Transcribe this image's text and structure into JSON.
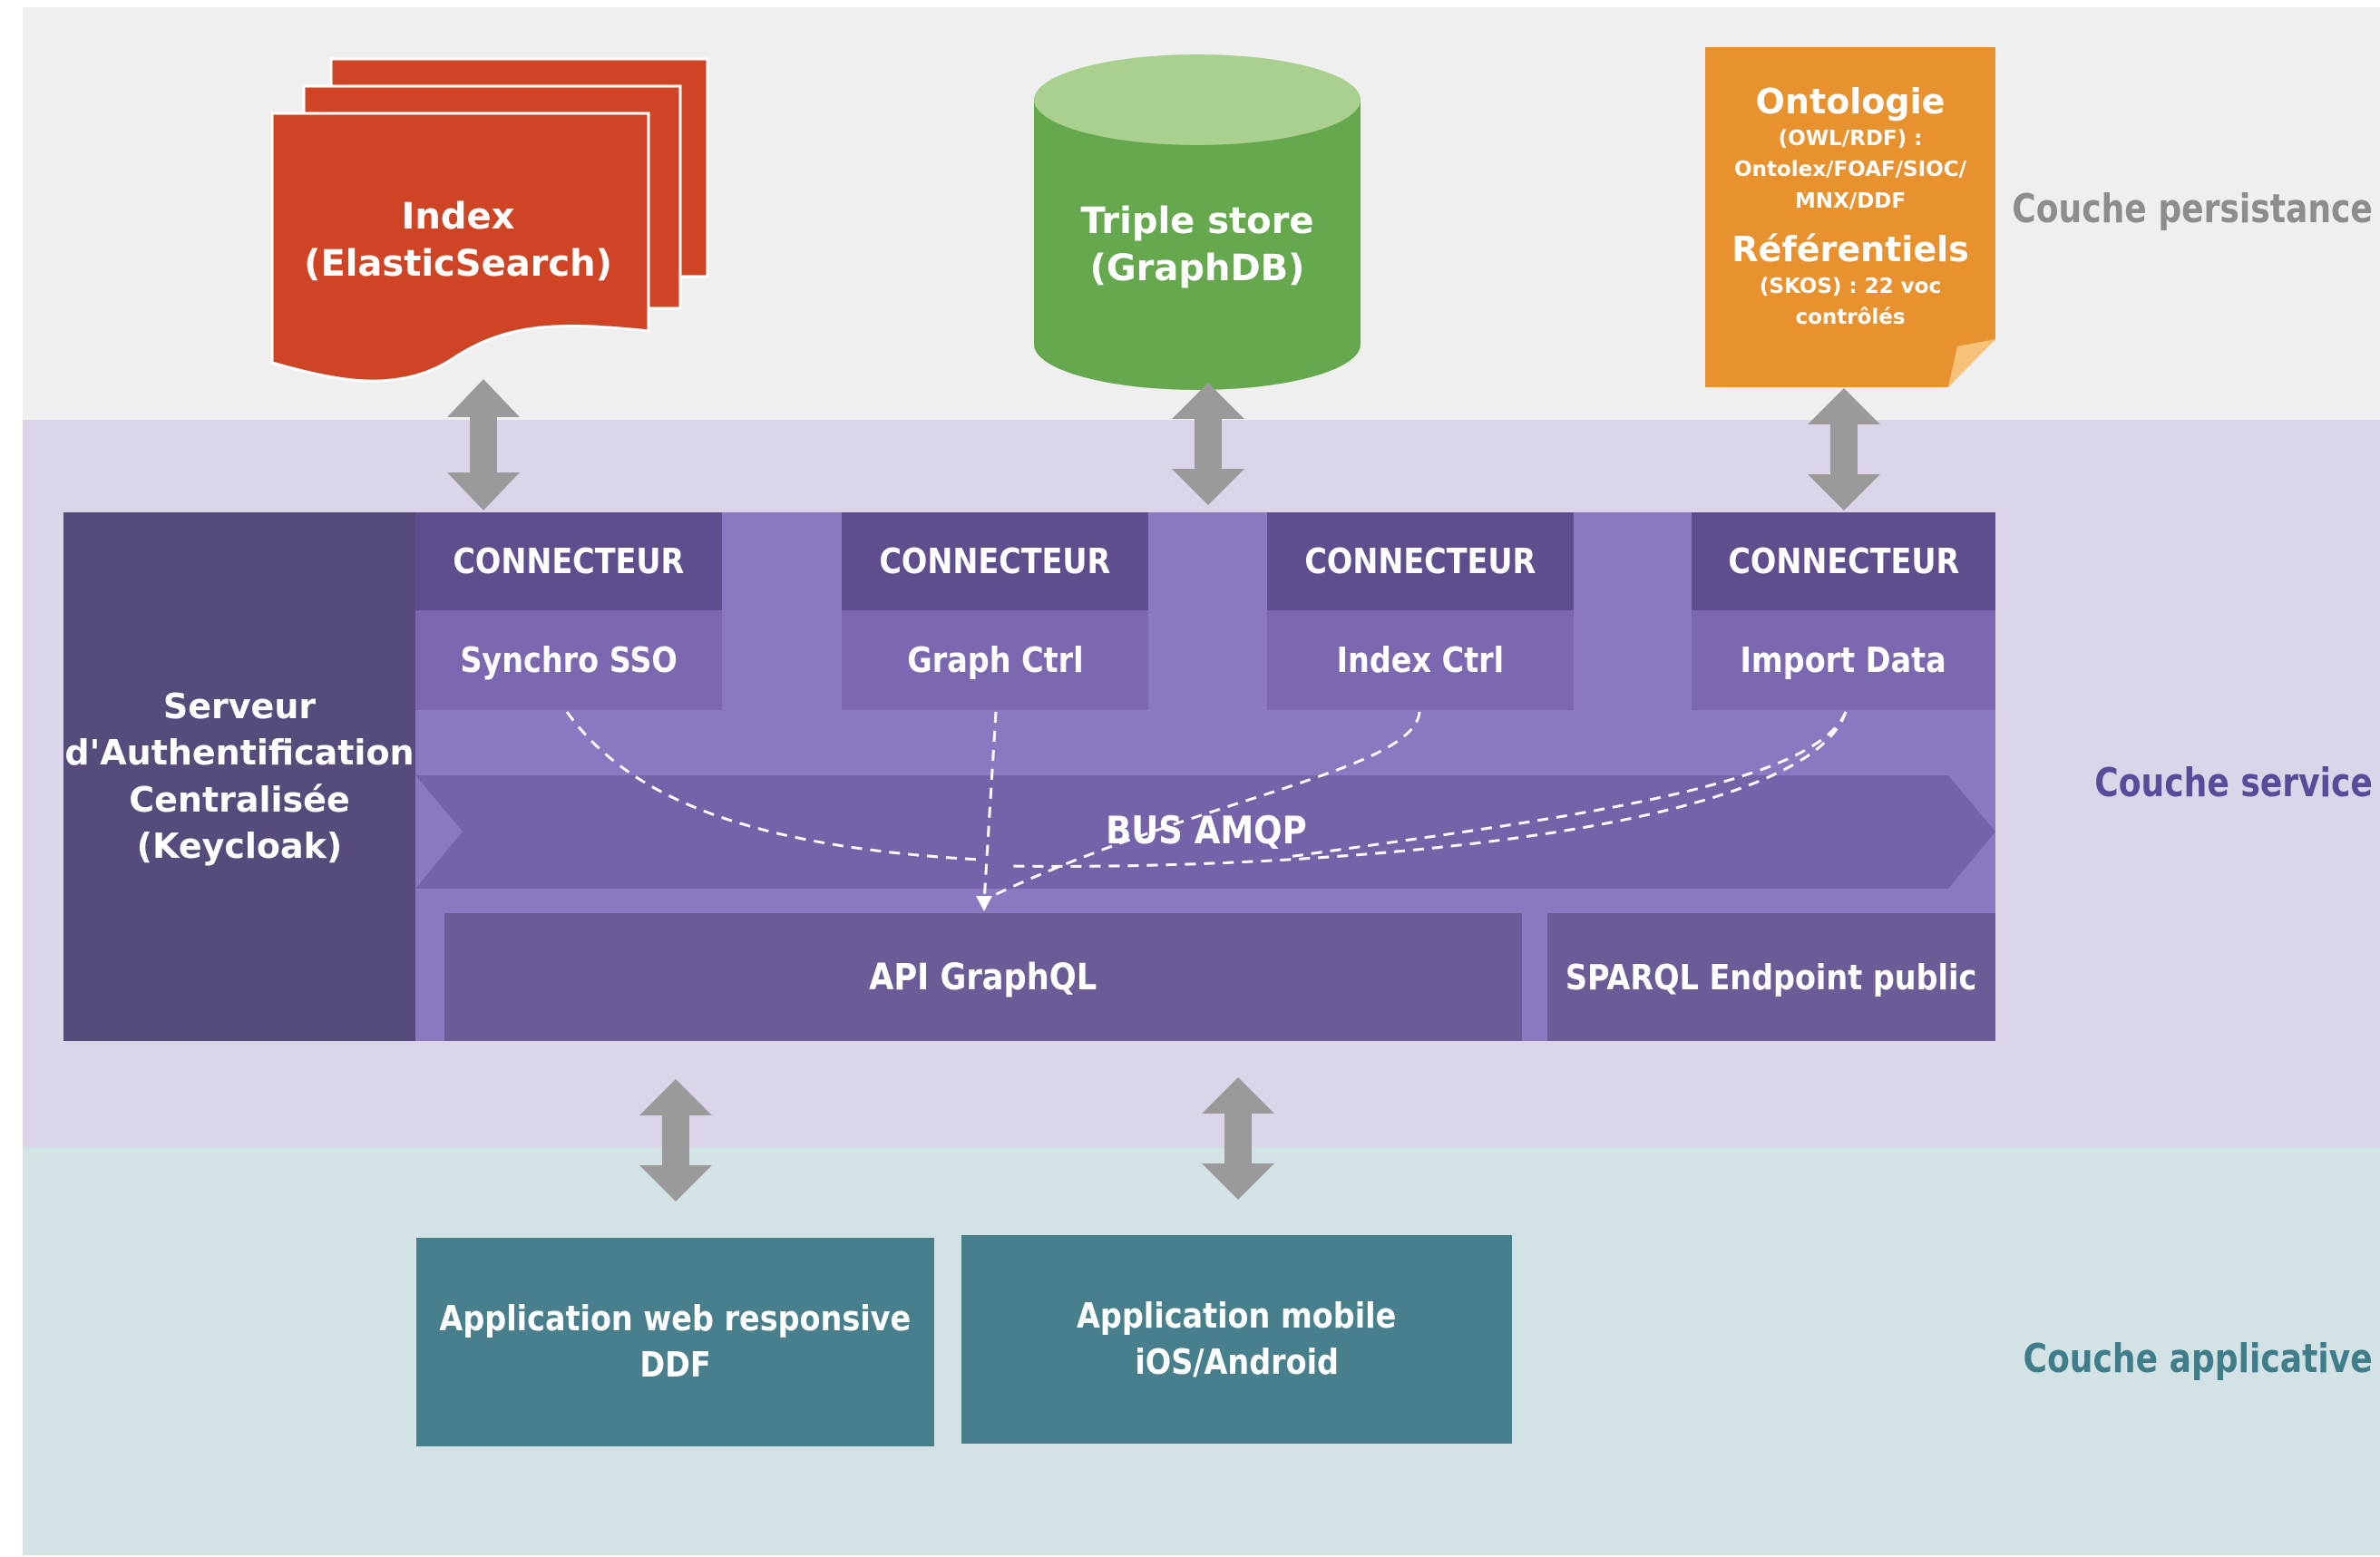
{
  "layers": {
    "persistance": "Couche persistance",
    "service": "Couche service",
    "applicative": "Couche applicative"
  },
  "persistence": {
    "index": {
      "line1": "Index",
      "line2": "(ElasticSearch)"
    },
    "triplestore": {
      "line1": "Triple store",
      "line2": "(GraphDB)"
    },
    "ontologie": {
      "title": "Ontologie",
      "line1": "(OWL/RDF) :",
      "line2": "Ontolex/FOAF/SIOC/",
      "line3": "MNX/DDF",
      "ref_title": "Référentiels",
      "ref_line1": "(SKOS) : 22 voc",
      "ref_line2": "contrôlés"
    }
  },
  "service": {
    "auth": {
      "line1": "Serveur",
      "line2": "d'Authentification",
      "line3": "Centralisée",
      "line4": "(Keycloak)"
    },
    "connectors": [
      {
        "header": "CONNECTEUR",
        "name": "Synchro SSO"
      },
      {
        "header": "CONNECTEUR",
        "name": "Graph Ctrl"
      },
      {
        "header": "CONNECTEUR",
        "name": "Index Ctrl"
      },
      {
        "header": "CONNECTEUR",
        "name": "Import Data"
      }
    ],
    "bus": "BUS AMQP",
    "api": "API GraphQL",
    "sparql": "SPARQL Endpoint public"
  },
  "applications": {
    "web": {
      "line1": "Application web responsive",
      "line2": "DDF"
    },
    "mobile": {
      "line1": "Application mobile",
      "line2": "iOS/Android"
    }
  },
  "colors": {
    "persistance_bg": "#efefef",
    "service_bg": "#dcd5ea",
    "applicative_bg": "#d3e2e5",
    "index_red": "#d04426",
    "triplestore_green": "#65a84d",
    "ontologie_orange": "#e8912f",
    "connector_dark": "#5e4e8d",
    "connector_light": "#7b68b0",
    "service_panel": "#8a78c0",
    "auth_dark": "#574b7c",
    "api_box": "#6b5b96",
    "app_teal": "#477f8c",
    "arrow_gray": "#9a9a9a"
  }
}
